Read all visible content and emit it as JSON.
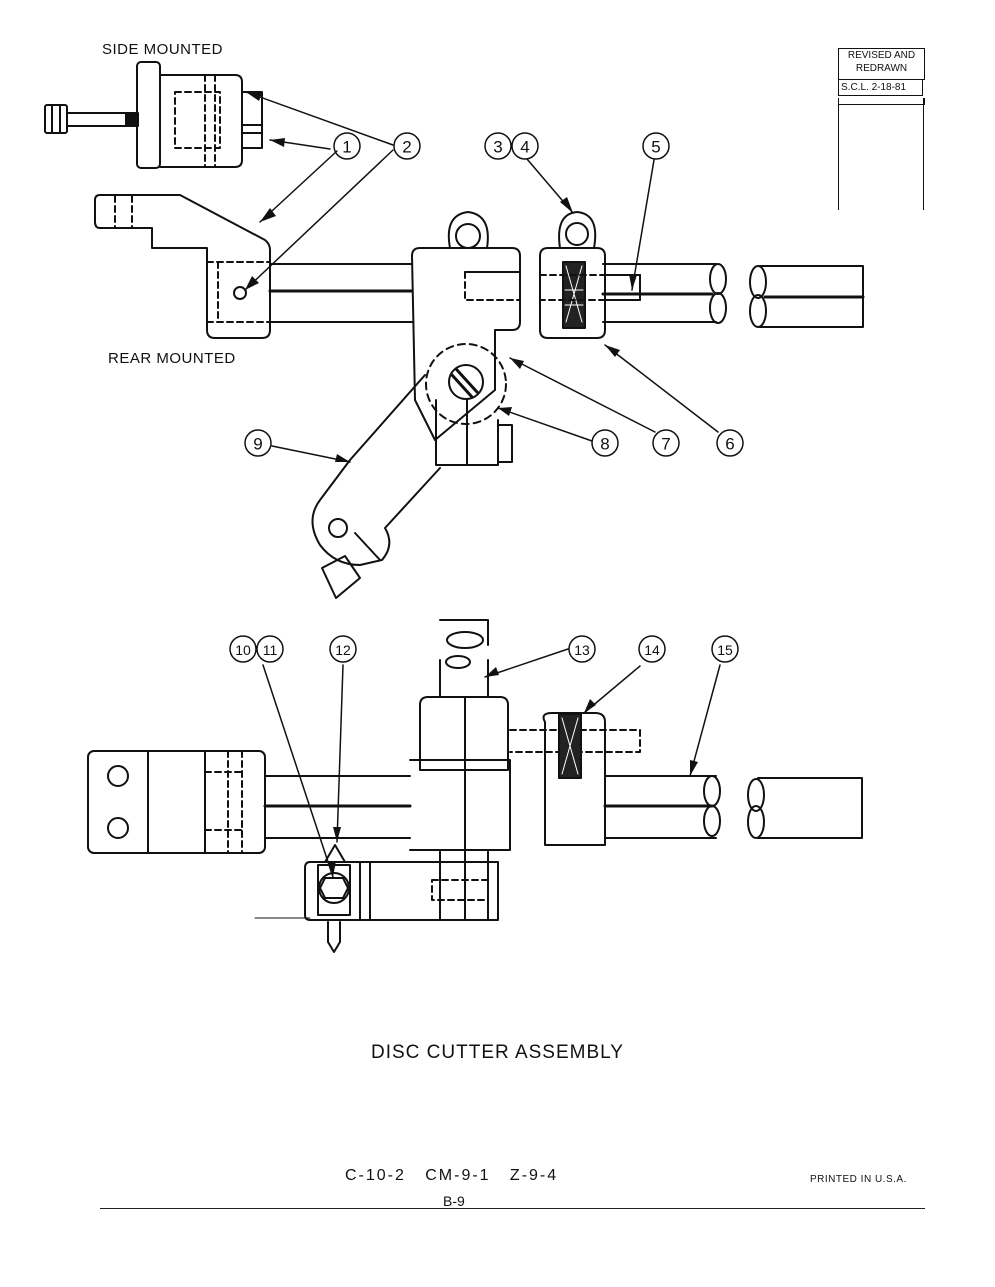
{
  "labels": {
    "side_mounted": "SIDE MOUNTED",
    "rear_mounted": "REAR MOUNTED"
  },
  "revision": {
    "line1": "REVISED AND",
    "line2": "REDRAWN",
    "line3": "S.C.L. 2-18-81"
  },
  "callouts": [
    "1",
    "2",
    "3",
    "4",
    "5",
    "6",
    "7",
    "8",
    "9",
    "10",
    "11",
    "12",
    "13",
    "14",
    "15"
  ],
  "title": "DISC CUTTER ASSEMBLY",
  "models": "C-10-2   CM-9-1   Z-9-4",
  "page_code": "B-9",
  "printed": "PRINTED IN U.S.A."
}
